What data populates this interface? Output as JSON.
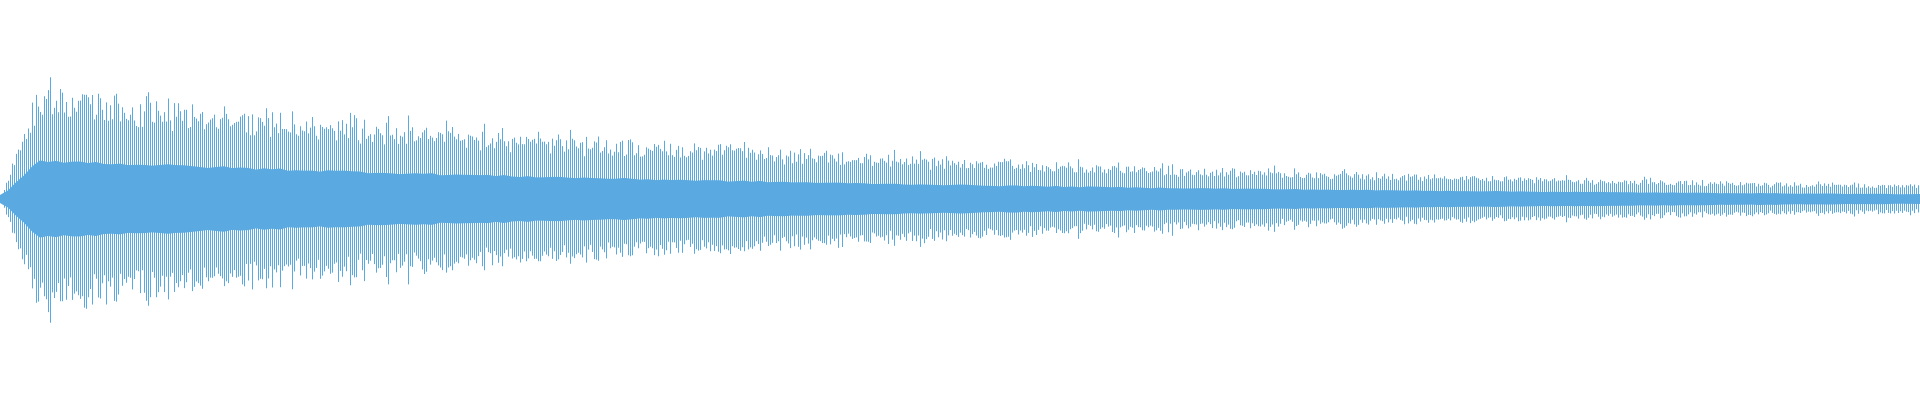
{
  "waveform": {
    "color": "#5aa9e0",
    "background": "#ffffff",
    "peak_amplitude": 1.0,
    "decay": "exponential",
    "end_amplitude_fraction": 0.12
  }
}
